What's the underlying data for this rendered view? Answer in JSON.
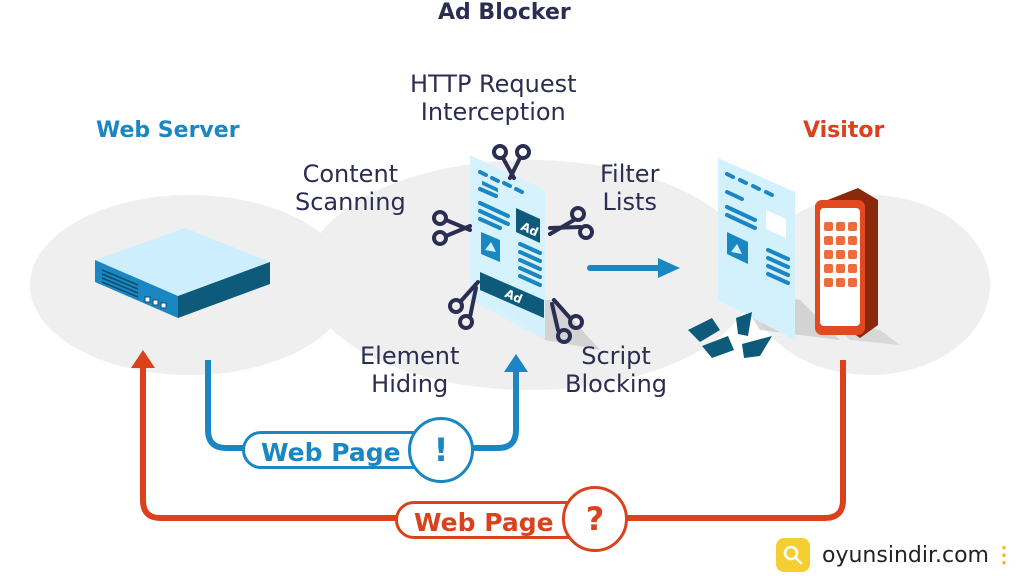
{
  "title": "Ad Blocker",
  "nodes": {
    "server": {
      "label": "Web Server",
      "color": "#1a86c2"
    },
    "visitor": {
      "label": "Visitor",
      "color": "#d9421c"
    }
  },
  "techniques": {
    "http": [
      "HTTP Request",
      "Interception"
    ],
    "content": [
      "Content",
      "Scanning"
    ],
    "filter": [
      "Filter",
      "Lists"
    ],
    "element": [
      "Element",
      "Hiding"
    ],
    "script": [
      "Script",
      "Blocking"
    ]
  },
  "ad_labels": {
    "box": "Ad",
    "banner": "Ad"
  },
  "flows": {
    "blocked": {
      "label": "Web Page",
      "symbol": "!",
      "color": "#1a86c2"
    },
    "original": {
      "label": "Web Page",
      "symbol": "?",
      "color": "#d9421c"
    }
  },
  "watermark": {
    "text": "oyunsindir.com",
    "icon": "search-icon"
  }
}
